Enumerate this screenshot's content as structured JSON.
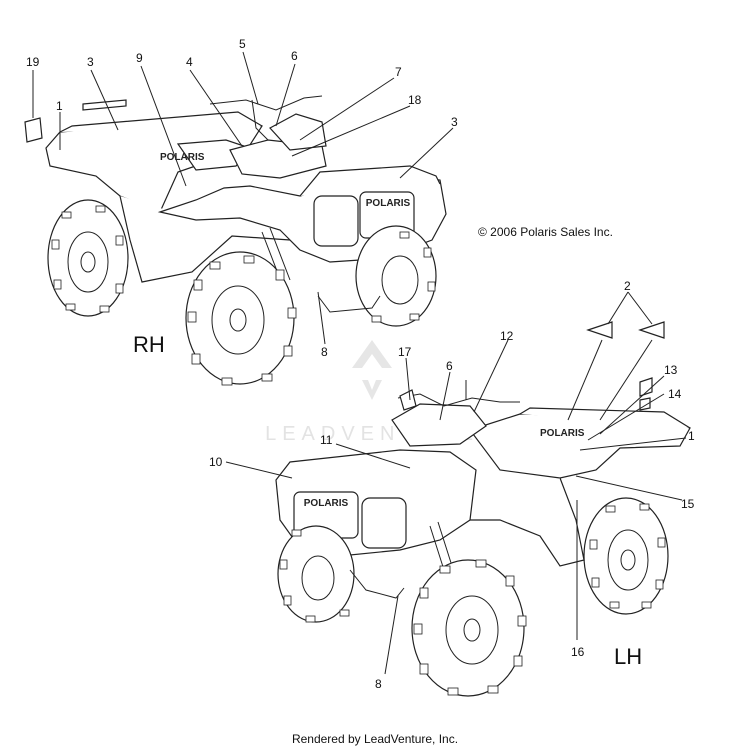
{
  "diagram": {
    "copyright": "© 2006 Polaris Sales Inc.",
    "footer": "Rendered by LeadVenture, Inc.",
    "watermark_text": "LEADVENTURE",
    "views": {
      "rh": {
        "label": "RH"
      },
      "lh": {
        "label": "LH"
      }
    },
    "callouts": {
      "rh": [
        "19",
        "3",
        "9",
        "4",
        "5",
        "6",
        "7",
        "18",
        "1",
        "3",
        "8"
      ],
      "lh": [
        "2",
        "12",
        "17",
        "6",
        "13",
        "14",
        "1",
        "11",
        "10",
        "15",
        "16",
        "8"
      ]
    },
    "decal_brand": "POLARIS"
  }
}
